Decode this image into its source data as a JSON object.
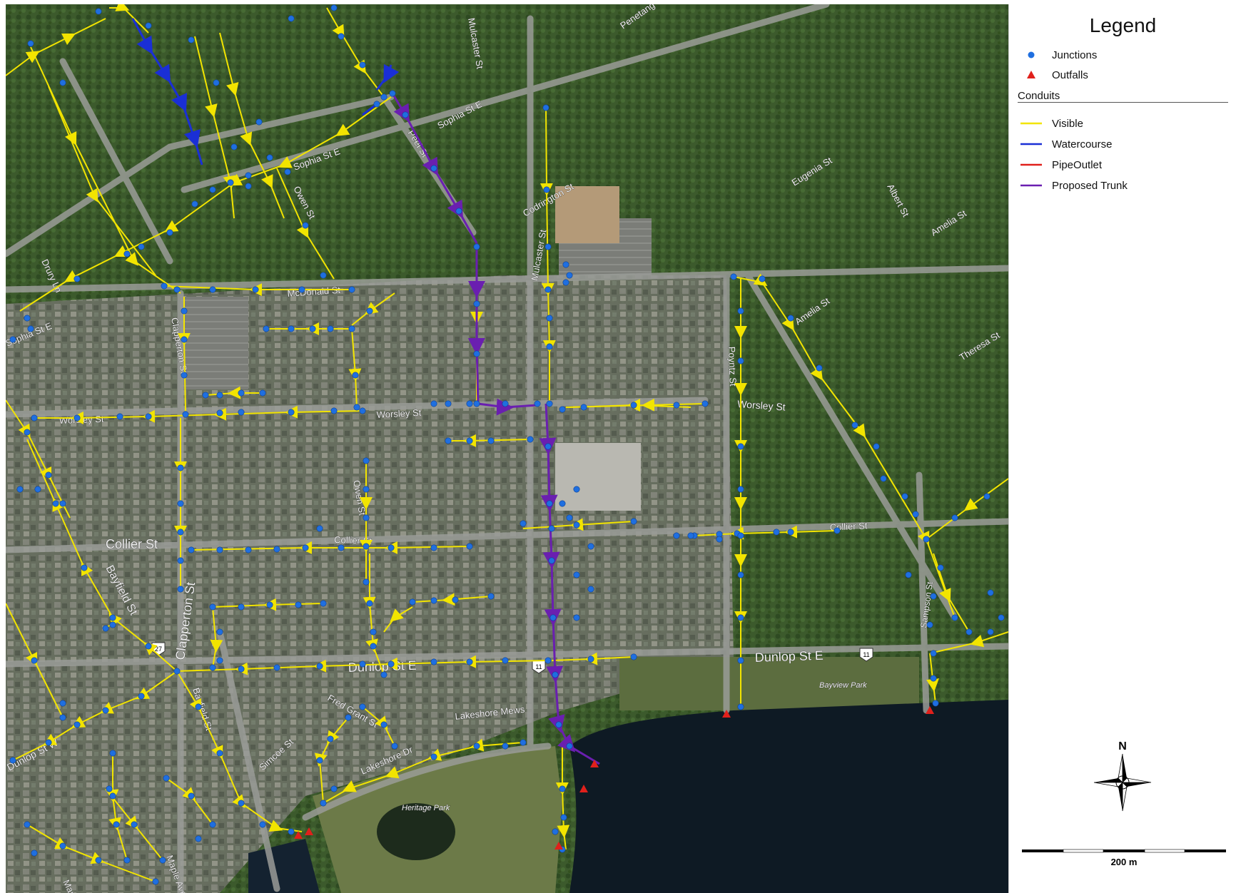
{
  "legend": {
    "title": "Legend",
    "junctions_label": "Junctions",
    "outfalls_label": "Outfalls",
    "conduits_heading": "Conduits",
    "conduit_types": [
      {
        "label": "Visible",
        "color": "#f2e400"
      },
      {
        "label": "Watercourse",
        "color": "#1a2fd6"
      },
      {
        "label": "PipeOutlet",
        "color": "#e0201b"
      },
      {
        "label": "Proposed Trunk",
        "color": "#6a1fb0"
      }
    ],
    "junction_color": "#1f6fe0",
    "outfall_color": "#e0201b"
  },
  "north_arrow": {
    "label": "N"
  },
  "scale_bar": {
    "label": "200 m"
  },
  "map_labels": {
    "mulcaster_top": "Mulcaster St",
    "penetang": "Penetang",
    "sophia_peel": "Sophia St E",
    "peel": "Peel St",
    "sophia_w": "Sophia St E",
    "owen_top": "Owen St",
    "codrington": "Codrington St",
    "mulcaster_mid": "Mulcaster St",
    "eugenia": "Eugenia St",
    "albert": "Albert St",
    "amelia_top": "Amelia St",
    "amelia_mid": "Amelia St",
    "theresa": "Theresa St",
    "drury": "Drury Ln",
    "sophia_left": "Sophia St E",
    "mcdonald": "McDonald St",
    "clapperton_top": "Clapperton St",
    "worsley_w": "Worsley St",
    "worsley_c": "Worsley St",
    "worsley_e": "Worsley St",
    "poyntz": "Poyntz St",
    "owen_mid": "Owen St",
    "collier_w": "Collier St",
    "collier_c": "Collier St",
    "collier_e": "Collier St",
    "clapperton_mid": "Clapperton St",
    "bayfield": "Bayfield St",
    "dunlop_c": "Dunlop St E",
    "dunlop_e": "Dunlop St E",
    "bayview": "Bayview Park",
    "sampson": "Sampson St",
    "fred_grant": "Fred Grant St",
    "lakeshore_mews": "Lakeshore Mews",
    "simcoe": "Simcoe St",
    "lakeshore_dr": "Lakeshore Dr",
    "heritage": "Heritage Park",
    "dunlop_w": "Dunlop St W",
    "bayfield_low": "Bayfield St",
    "mary": "Mary St",
    "maple": "Maple Ave",
    "shield_11a": "11",
    "shield_11b": "11",
    "shield_27": "27"
  }
}
